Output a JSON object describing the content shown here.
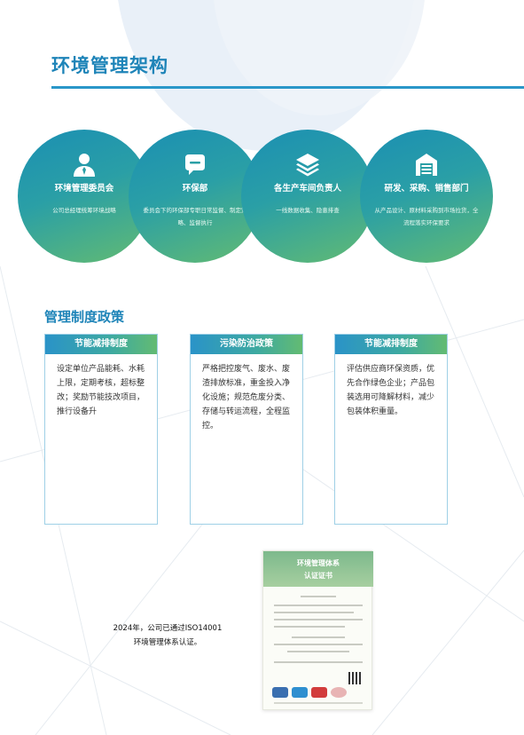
{
  "page": {
    "title": "环境管理架构",
    "accent": "#1e84b8"
  },
  "structure": {
    "items": [
      {
        "icon": "person-icon",
        "title": "环境管理委员会",
        "desc": "公司总经理统筹环境战略"
      },
      {
        "icon": "chat-icon",
        "title": "环保部",
        "desc": "委员会下的环保部专职日常监督、制定策略、监督执行"
      },
      {
        "icon": "layers-icon",
        "title": "各生产车间负责人",
        "desc": "一线数据收集、隐患排查"
      },
      {
        "icon": "warehouse-icon",
        "title": "研发、采购、销售部门",
        "desc": "从产品设计、原材料采购到市场拉货，全流程落实环保要求"
      }
    ]
  },
  "policy": {
    "title": "管理制度政策",
    "cards": [
      {
        "title": "节能减排制度",
        "body": "设定单位产品能耗、水耗上限，定期考核，超标整改；奖励节能技改项目，推行设备升"
      },
      {
        "title": "污染防治政策",
        "body": "严格把控废气、废水、废渣排放标准，重金投入净化设施；规范危废分类、存储与转运流程，全程监控。"
      },
      {
        "title": "节能减排制度",
        "body": "评估供应商环保资质，优先合作绿色企业；产品包装选用可降解材料，减少包装体积重量。"
      }
    ]
  },
  "iso": {
    "line1": "2024年，公司已通过ISO14001",
    "line2": "环境管理体系认证。"
  },
  "certificate": {
    "title_line1": "环境管理体系",
    "title_line2": "认证证书"
  }
}
